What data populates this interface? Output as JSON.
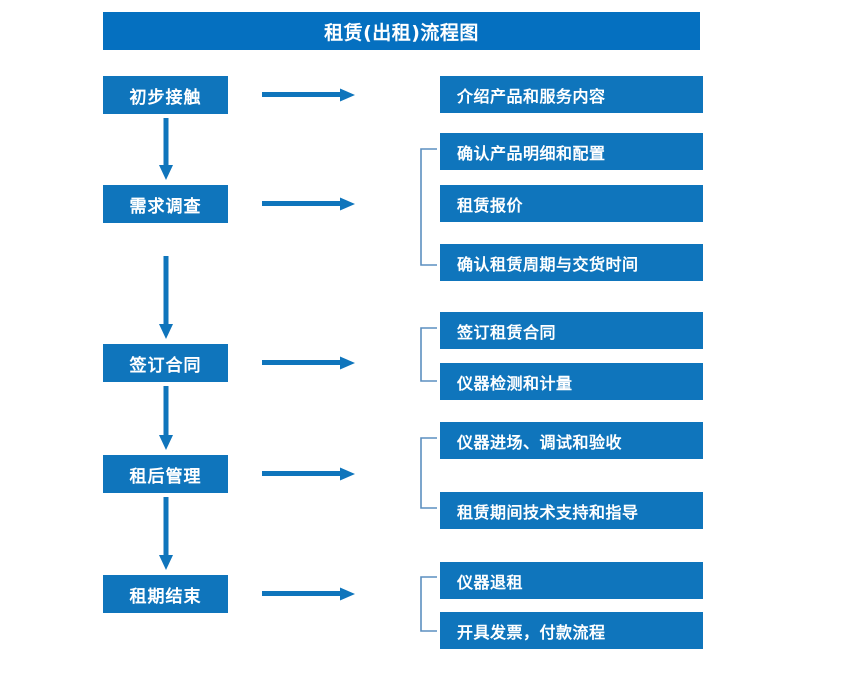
{
  "diagram": {
    "title": "租赁(出租)流程图",
    "theme": {
      "title_bar_color": "#0570c0",
      "box_color": "#0f75bc",
      "arrow_color": "#0f75bc",
      "bracket_color": "#5b8fc0",
      "text_color": "#ffffff",
      "background": "#ffffff"
    },
    "stages": [
      {
        "label": "初步接触"
      },
      {
        "label": "需求调查"
      },
      {
        "label": "签订合同"
      },
      {
        "label": "租后管理"
      },
      {
        "label": "租期结束"
      }
    ],
    "details": [
      {
        "label": "介绍产品和服务内容"
      },
      {
        "label": "确认产品明细和配置"
      },
      {
        "label": "租赁报价"
      },
      {
        "label": "确认租赁周期与交货时间"
      },
      {
        "label": "签订租赁合同"
      },
      {
        "label": "仪器检测和计量"
      },
      {
        "label": "仪器进场、调试和验收"
      },
      {
        "label": "租赁期间技术支持和指导"
      },
      {
        "label": "仪器退租"
      },
      {
        "label": "开具发票，付款流程"
      }
    ]
  }
}
